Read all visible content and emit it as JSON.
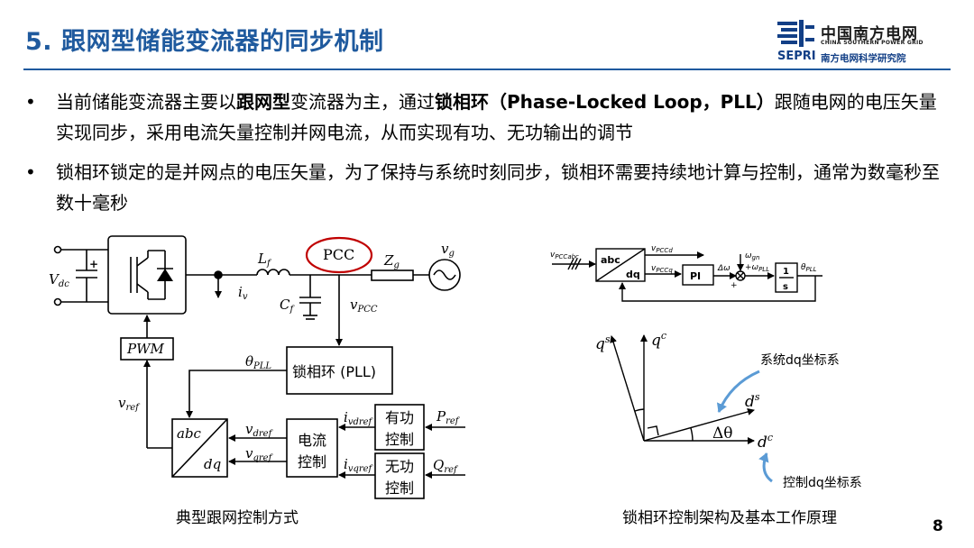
{
  "title": "5. 跟网型储能变流器的同步机制",
  "logo": {
    "org_cn": "中国南方电网",
    "org_en": "CHINA SOUTHERN POWER GRID",
    "institute_abbr": "SEPRI",
    "institute_cn": "南方电网科学研究院"
  },
  "bullets": [
    {
      "t1": "当前储能变流器主要以",
      "b1": "跟网型",
      "t2": "变流器为主，通过",
      "b2": "锁相环（Phase-Locked Loop，PLL）",
      "t3": "跟随电网的电压矢量实现同步，采用电流矢量控制并网电流，从而实现有功、无功输出的调节"
    },
    {
      "text": "锁相环锁定的是并网点的电压矢量，为了保持与系统时刻同步，锁相环需要持续地计算与控制，通常为数毫秒至数十毫秒"
    }
  ],
  "left_diagram": {
    "vdc": "V",
    "vdc_sub": "dc",
    "plus": "+",
    "pwm": "PWM",
    "lf": "L",
    "lf_sub": "f",
    "cf": "C",
    "cf_sub": "f",
    "iv": "i",
    "iv_sub": "v",
    "pcc": "PCC",
    "zg": "Z",
    "zg_sub": "g",
    "vg": "v",
    "vg_sub": "g",
    "vpcc": "v",
    "vpcc_sub": "PCC",
    "pll_block": "锁相环 (PLL)",
    "theta": "θ",
    "theta_sub": "PLL",
    "vref": "v",
    "vref_sub": "ref",
    "abc": "abc",
    "dq": "dq",
    "vdref": "v",
    "vdref_sub": "dref",
    "vqref": "v",
    "vqref_sub": "qref",
    "current_ctrl_1": "电流",
    "current_ctrl_2": "控制",
    "ivdref": "i",
    "ivdref_sub": "vdref",
    "ivqref": "i",
    "ivqref_sub": "vqref",
    "p_ctrl_1": "有功",
    "p_ctrl_2": "控制",
    "q_ctrl_1": "无功",
    "q_ctrl_2": "控制",
    "pref": "P",
    "pref_sub": "ref",
    "qref": "Q",
    "qref_sub": "ref"
  },
  "right_diagram": {
    "in_label": "v",
    "in_sub": "PCCabc",
    "abc": "abc",
    "dq": "dq",
    "vd": "v",
    "vd_sub": "PCCd",
    "vq": "v",
    "vq_sub": "PCCq",
    "pi": "PI",
    "dw": "Δω",
    "wpll": "+ω",
    "wpll_sub": "PLL",
    "wgn": "ω",
    "wgn_sub": "gn",
    "plus": "+",
    "int_num": "1",
    "int_den": "s",
    "theta": "θ",
    "theta_sub": "PLL",
    "qs": "q",
    "qs_sup": "s",
    "qc": "q",
    "qc_sup": "c",
    "ds": "d",
    "ds_sup": "s",
    "dc": "d",
    "dc_sup": "c",
    "dtheta": "Δθ",
    "sys_frame": "系统dq坐标系",
    "ctrl_frame": "控制dq坐标系"
  },
  "captions": {
    "left": "典型跟网控制方式",
    "right": "锁相环控制架构及基本工作原理"
  },
  "page_number": "8",
  "colors": {
    "title_blue": "#1f5a9e",
    "pcc_circle": "#c00000",
    "arrow_blue": "#5b9bd5"
  }
}
